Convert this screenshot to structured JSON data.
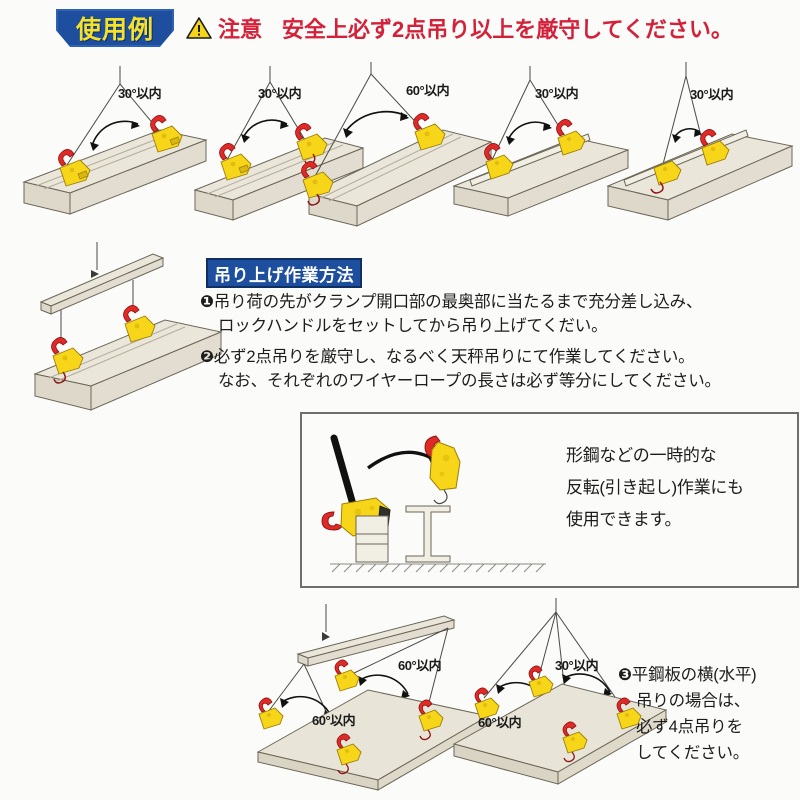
{
  "header": {
    "badge_label": "使用例",
    "warning_icon": "warning-triangle-icon",
    "warning_word": "注意",
    "warning_message": "安全上必ず2点吊り以上を厳守してください。"
  },
  "colors": {
    "badge_blue": "#1d4f9e",
    "badge_yellow_text": "#f5e02a",
    "warning_red": "#d4213a",
    "clamp_yellow": "#f7d518",
    "clamp_red": "#e02a28",
    "beam_fill": "#e8e4d8",
    "beam_line": "#6b6657",
    "background": "#fbfbf9",
    "frame_border": "#6e6e6e"
  },
  "row1": {
    "examples": [
      {
        "id": "h-beam-flange-2point-a",
        "angle_label": "30°以内",
        "beam": "I-beam",
        "points": 2
      },
      {
        "id": "h-beam-flange-2point-b",
        "angle_label": "30°以内",
        "beam": "I-beam",
        "points": 2
      },
      {
        "id": "h-beam-web-2point-wide",
        "angle_label": "60°以内",
        "beam": "I-beam",
        "points": 2
      },
      {
        "id": "channel-beam-2point-a",
        "angle_label": "30°以内",
        "beam": "channel-beam",
        "points": 2
      },
      {
        "id": "channel-beam-2point-b",
        "angle_label": "30°以内",
        "beam": "channel-beam",
        "points": 2
      }
    ]
  },
  "row2": {
    "spreader_example": {
      "id": "h-beam-spreader-bar-2point",
      "beam": "I-beam",
      "points": 2,
      "spreader": true
    }
  },
  "method": {
    "badge_label": "吊り上げ作業方法",
    "items": [
      {
        "marker": "❶",
        "lines": [
          "吊り荷の先がクランプ開口部の最奥部に当たるまで充分差し込み、",
          "ロックハンドルをセットしてから吊り上げてくだい。"
        ]
      },
      {
        "marker": "❷",
        "lines": [
          "必ず2点吊りを厳守し、なるべく天秤吊りにて作業してください。",
          "なお、それぞれのワイヤーロープの長さは必ず等分にしてください。"
        ]
      }
    ]
  },
  "framebox": {
    "illustration_left": "clamp-attached-to-horizontal-beam",
    "illustration_arrow": "rotation-arrow-icon",
    "illustration_right": "clamp-lifting-upright-beam",
    "ground_hatch": "ground-hatch-icon",
    "lines": [
      "形鋼などの一時的な",
      "反転(引き起し)作業にも",
      "使用できます。"
    ]
  },
  "row3": {
    "examples": [
      {
        "id": "flat-plate-4point-spreader",
        "plate": "flat-steel-plate",
        "points": 4,
        "spreader": true,
        "angle_labels": [
          "60°以内",
          "60°以内"
        ]
      },
      {
        "id": "flat-plate-4point-direct",
        "plate": "flat-steel-plate",
        "points": 4,
        "spreader": false,
        "angle_labels": [
          "30°以内",
          "60°以内"
        ]
      }
    ],
    "note": {
      "marker": "❸",
      "lines": [
        "平鋼板の横(水平)",
        "吊りの場合は、",
        "必ず4点吊りを",
        "してください。"
      ]
    }
  }
}
